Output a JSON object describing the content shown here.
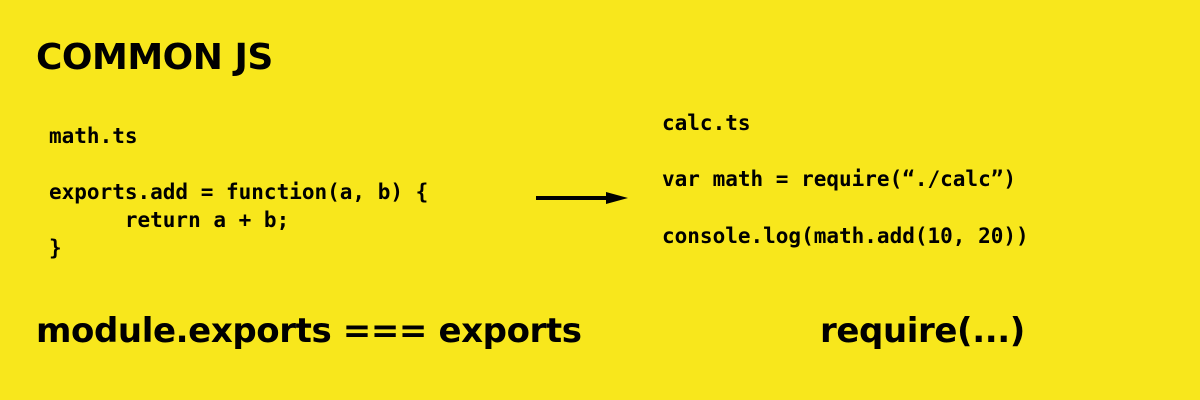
{
  "title": "COMMON JS",
  "left": {
    "filename": "math.ts",
    "code": "exports.add = function(a, b) {\n      return a + b;\n}"
  },
  "right": {
    "filename": "calc.ts",
    "require_line": "var math = require(“./calc”)",
    "console_line": "console.log(math.add(10, 20))"
  },
  "footer": {
    "left": "module.exports === exports",
    "right": "require(...)"
  },
  "colors": {
    "background": "#f8e71c",
    "text": "#000000"
  },
  "icons": {
    "arrow": "arrow-right-icon"
  }
}
